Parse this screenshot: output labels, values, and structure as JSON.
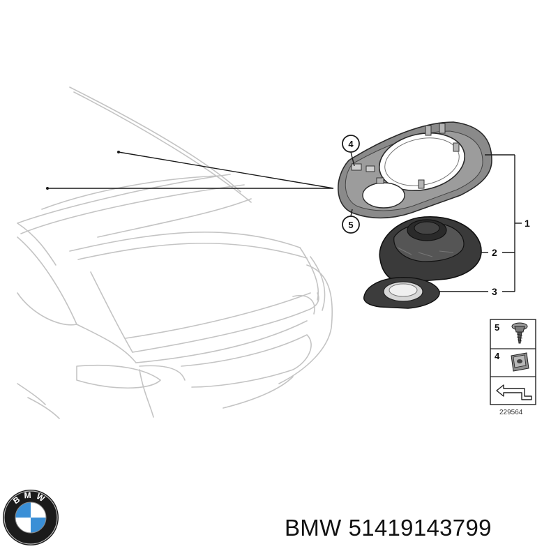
{
  "diagram": {
    "callouts": {
      "clip_label": "4",
      "screw_label": "5"
    },
    "references": {
      "assembly": "1",
      "speaker": "2",
      "grille": "3"
    },
    "legend": {
      "screw_label": "5",
      "clip_label": "4",
      "drawing_number": "229564"
    }
  },
  "footer": {
    "brand": "BMW",
    "part_number": "51419143799",
    "logo_letters": "BMW"
  },
  "colors": {
    "car_outline": "#c4c4c4",
    "line_art": "#1a1a1a",
    "bmw_blue": "#3a8fd6"
  }
}
